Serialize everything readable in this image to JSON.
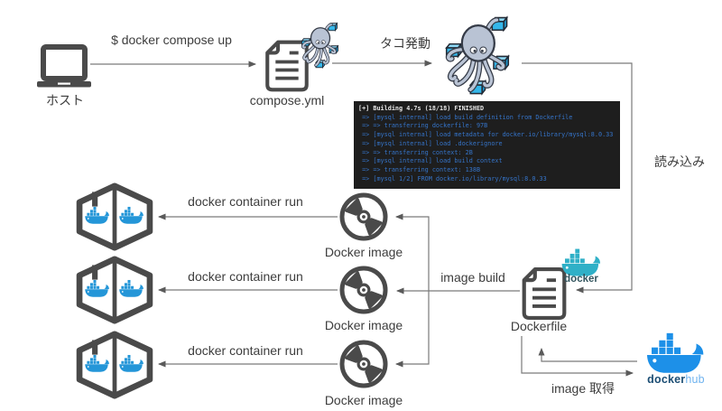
{
  "labels": {
    "host": "ホスト",
    "compose_command": "$ docker compose up",
    "compose_file": "compose.yml",
    "tako_activate": "タコ発動",
    "load": "読み込み",
    "image_build": "image build",
    "dockerfile": "Dockerfile",
    "docker_logo": "docker",
    "dockerhub_docker": "docker",
    "dockerhub_hub": "hub",
    "image_fetch": "image 取得"
  },
  "rows": [
    {
      "run_label": "docker container run",
      "image_label": "Docker image"
    },
    {
      "run_label": "docker container run",
      "image_label": "Docker image"
    },
    {
      "run_label": "docker container run",
      "image_label": "Docker image"
    }
  ],
  "terminal": {
    "lines": [
      "[+] Building 4.7s (18/18) FINISHED",
      " => [mysql internal] load build definition from Dockerfile",
      " => => transferring dockerfile: 97B",
      " => [mysql internal] load metadata for docker.io/library/mysql:8.0.33",
      " => [mysql internal] load .dockerignore",
      " => => transferring context: 2B",
      " => [mysql internal] load build context",
      " => => transferring context: 138B",
      " => [mysql 1/2] FROM docker.io/library/mysql:8.0.33"
    ]
  },
  "colors": {
    "docker_blue": "#2496d8",
    "dockerhub_blue": "#1d90e8",
    "docker_teal": "#2fb0c7",
    "teal_text": "#33555e",
    "hub_text_dark": "#1c4e74",
    "hub_text_light": "#6fb3ef",
    "terminal_bg": "#1e1e1e",
    "terminal_text": "#e6e6e6",
    "terminal_blue": "#3574c9",
    "line": "#757575",
    "icon": "#464646",
    "label": "#3d3d3d",
    "octopus_body": "#b9c3d4",
    "octopus_box": "#35b7ea"
  }
}
